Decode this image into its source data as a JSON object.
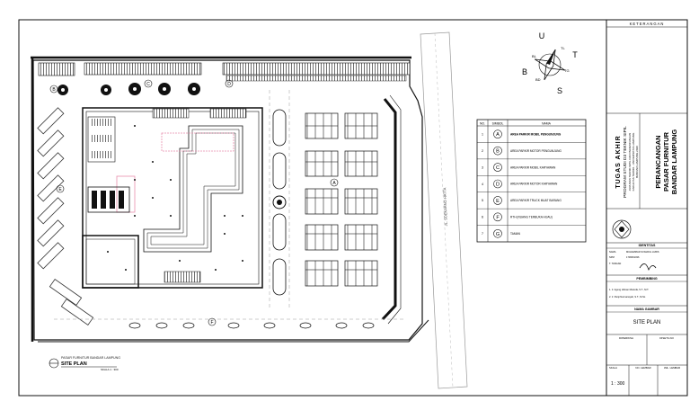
{
  "title_block": {
    "header": "KETERANGAN",
    "tugas_akhir": "TUGAS AKHIR",
    "program": "PROGRAM STUDI D3 TEKNIK SIPIL",
    "faculty_line1": "JURUSAN TEKNIK SIPIL DAN PERENCANAAN",
    "faculty_line2": "FAKULTAS TEKNIK - UNIVERSITAS LAMPUNG",
    "year_line": "BANDAR LAMPUNG 2020",
    "project_line1": "PERANCANGAN",
    "project_line2": "PASAR FURNITUR",
    "project_line3": "BANDAR LAMPUNG",
    "identitas_header": "IDENTITAS",
    "nama_label": "NAMA",
    "nama_value": "MUHAMMAD SYAHRUL LUBIS",
    "npm_label": "NPM",
    "npm_value": "1706061036",
    "tanda_tangan_label": "T. TANGAN",
    "pembimbing_header": "PEMBIMBING",
    "pembimbing_1": "1. Ir. Agung Hilman Mustofa, S.T., M.T.",
    "pembimbing_2": "2. Ir. Panji Nurmansyah, S.T., M.Sc.",
    "nama_gambar_header": "NAMA GAMBAR",
    "nama_gambar_value": "SITE PLAN",
    "disetujui_label": "DIPERIKSA",
    "disetujui_label2": "DISETUJUI",
    "skala_label": "SKALA",
    "no_lembar_label": "NO. LEMBAR",
    "jml_lembar_label": "JML. LEMBAR",
    "skala_value": "1 : 300"
  },
  "compass": {
    "north": "U",
    "south": "S",
    "west": "B",
    "east": "T",
    "northeast": "TL",
    "northwest": "BL",
    "southeast": "TG",
    "southwest": "BD"
  },
  "legend": {
    "col_no": "NO.",
    "col_symbol": "SIMBOL",
    "col_name": "NAMA",
    "rows": [
      {
        "no": "1",
        "symbol": "A",
        "name": "AREA PARKIR MOBIL PENGUNJUNG"
      },
      {
        "no": "2",
        "symbol": "B",
        "name": "AREA PARKIR MOTOR PENGUNJUNG"
      },
      {
        "no": "3",
        "symbol": "C",
        "name": "AREA PARKIR MOBIL KARYAWAN"
      },
      {
        "no": "4",
        "symbol": "D",
        "name": "AREA PARKIR MOTOR KARYAWAN"
      },
      {
        "no": "5",
        "symbol": "E",
        "name": "AREA PARKIR TRUCK MUAT BARANG"
      },
      {
        "no": "6",
        "symbol": "F",
        "name": "RTH (RUANG TERBUKA HIJAU)"
      },
      {
        "no": "7",
        "symbol": "G",
        "name": "TAMAN"
      }
    ]
  },
  "plan": {
    "road_label": "JL. SOEKARNO HATTA",
    "caption_small": "PASAR FURNITUR BANDAR LAMPUNG",
    "caption_title": "SITE PLAN",
    "caption_scale": "SKALA 1 : 300",
    "markers": {
      "A": "A",
      "B": "B",
      "C": "C",
      "D": "D",
      "E": "E",
      "F": "F"
    }
  },
  "colors": {
    "line": "#111111",
    "pink": "#e88fae",
    "paper": "#ffffff",
    "grey": "#888888"
  }
}
